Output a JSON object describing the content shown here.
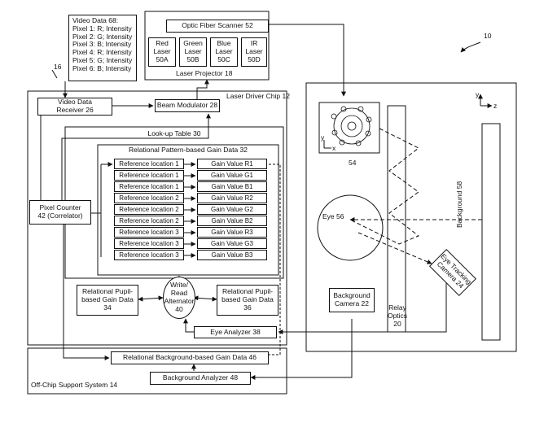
{
  "video_data": {
    "title": "Video Data 68:",
    "pixels": [
      "Pixel 1: R; Intensity",
      "Pixel 2: G; Intensity",
      "Pixel 3: B; Intensity",
      "Pixel 4: R; Intensity",
      "Pixel 5: G; Intensity",
      "Pixel 6: B; Intensity"
    ]
  },
  "ref_16": "16",
  "ref_10": "10",
  "projector": {
    "scanner": "Optic Fiber Scanner 52",
    "lasers": [
      {
        "line1": "Red",
        "line2": "Laser",
        "line3": "50A"
      },
      {
        "line1": "Green",
        "line2": "Laser",
        "line3": "50B"
      },
      {
        "line1": "Blue",
        "line2": "Laser",
        "line3": "50C"
      },
      {
        "line1": "IR",
        "line2": "Laser",
        "line3": "50D"
      }
    ],
    "label": "Laser Projector 18"
  },
  "chip": {
    "label": "Laser Driver Chip 12",
    "video_receiver_1": "Video Data",
    "video_receiver_2": "Receiver 26",
    "beam_modulator": "Beam Modulator 28",
    "lookup_table": "Look-up Table 30",
    "pattern_gain": "Relational Pattern-based Gain Data 32",
    "rows": [
      {
        "ref": "Reference location 1",
        "gain": "Gain Value R1"
      },
      {
        "ref": "Reference location 1",
        "gain": "Gain Value G1"
      },
      {
        "ref": "Reference location 1",
        "gain": "Gain Value B1"
      },
      {
        "ref": "Reference location 2",
        "gain": "Gain Value R2"
      },
      {
        "ref": "Reference location 2",
        "gain": "Gain Value G2"
      },
      {
        "ref": "Reference location 2",
        "gain": "Gain Value B2"
      },
      {
        "ref": "Reference location 3",
        "gain": "Gain Value R3"
      },
      {
        "ref": "Reference location 3",
        "gain": "Gain Value G3"
      },
      {
        "ref": "Reference location 3",
        "gain": "Gain Value B3"
      }
    ],
    "pixel_counter_1": "Pixel Counter",
    "pixel_counter_2": "42 (Correlator)",
    "pupil_gain_34_1": "Relational Pupil-",
    "pupil_gain_34_2": "based Gain Data",
    "pupil_gain_34_3": "34",
    "alternator_1": "Write/",
    "alternator_2": "Read",
    "alternator_3": "Alternator",
    "alternator_4": "40",
    "pupil_gain_36_1": "Relational Pupil-",
    "pupil_gain_36_2": "based Gain Data",
    "pupil_gain_36_3": "36",
    "eye_analyzer": "Eye Analyzer 38"
  },
  "offchip": {
    "label": "Off-Chip Support System 14",
    "bg_gain": "Relational Background-based Gain Data 46",
    "bg_analyzer": "Background Analyzer 48"
  },
  "scene": {
    "scan_ref": "54",
    "eye": "Eye 56",
    "background": "Background 58",
    "eye_cam_1": "Eye Tracking",
    "eye_cam_2": "Camera 24",
    "bg_cam_1": "Background",
    "bg_cam_2": "Camera 22",
    "relay_1": "Relay",
    "relay_2": "Optics",
    "relay_3": "20",
    "axis_y": "y",
    "axis_z": "z",
    "axis_x": "x"
  }
}
